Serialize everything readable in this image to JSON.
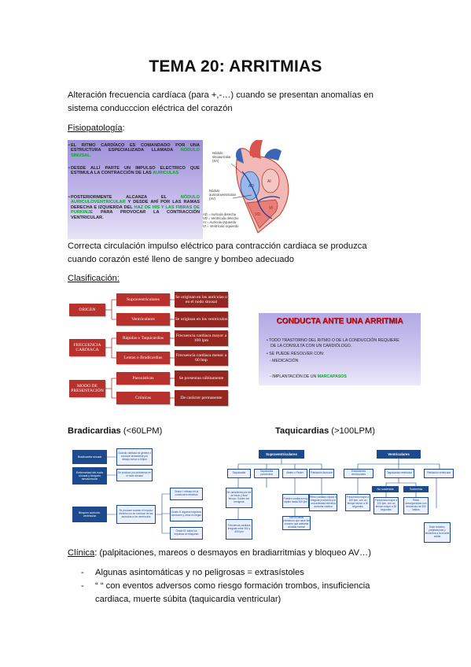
{
  "title": "TEMA 20: ARRITMIAS",
  "intro": [
    "Alteración frecuencia cardíaca (para +,-…) cuando se presentan anomalías en",
    "sistema conducccion eléctrica del corazón"
  ],
  "fisio_heading": "Fisiopatología",
  "fisio_colon": ":",
  "slide1": {
    "b1a": "EL RITMO CARDÍACO ES COMANDADO POR UNA ESTRUCTURA ESPECIALIZADA LLAMADA ",
    "b1g": "NÓDULO SINUSAL.",
    "b2a": "DESDE ALLÍ PARTE UN IMPULSO ELECTRICO QUE ESTIMULA LA CONTRACCIÓN DE LAS ",
    "b2g": "AURICULAS",
    "b3a": "POSTERIORMENTE ALCANZA EL ",
    "b3g": "NÓDULO AURICULOVENTRICULAR",
    "b3b": " Y DESDE AHÍ POR LAS RAMAS DERECHA E IZQUIERDA DEL ",
    "b3g2": "HAZ DE HIS Y LAS FIBRAS DE PURKINJE",
    "b3c": " PARA PROVOCAR LA CONTRACCIÓN VENTRICULAR.",
    "label_sa": "Nódulo sinoauricular (SA)",
    "label_av": "Nódulo auriculoventricular (AV)",
    "legend": [
      "AD = Aurícula derecha",
      "VD = Ventrículo derecho",
      "AI = Aurícula izquierda",
      "VI = Ventrículo izquierdo"
    ],
    "heart_labels": {
      "ad": "AD",
      "ai": "AI",
      "vd": "VD",
      "vi": "VI"
    }
  },
  "fisio_text": [
    "Correcta circulación impulso eléctrico para contracción cardiaca se produzca",
    "cuando corazón esté lleno de sangre y bombeo adecuado"
  ],
  "clasif_heading": "Clasificación:",
  "clasif": {
    "origen": "ORIGEN",
    "frecuencia": "FRECUENCIA CARDIACA",
    "modo": "MODO DE PRESENTACIÓN",
    "supra": "Supraventriculares",
    "ventri": "Ventriculares",
    "taqui": "Rápidas o Taquicardias",
    "lentas": "Lentas o Bradicardias",
    "paro": "Paroxísticas",
    "cronicas": "Crónicas",
    "d_supra": "Se originan en las aurículas o en el nodo sinusal",
    "d_ventri": "Se originan en los ventrículos",
    "d_taqui": "Frecuencia cardiaca mayor a 100 lpm",
    "d_lentas": "Frecuencia cardiaca menor a 60 lmp",
    "d_paro": "Se presentan súbitamente",
    "d_cronicas": "De carácter permanente"
  },
  "slide2": {
    "heading": "CONDUCTA ANTE UNA ARRITMIA",
    "b1": "TODO TRASTORNO DEL RITMO O DE LA CONDUCCIÓN REQUIERE",
    "b1b": "DE LA CONSULTA CON UN CARDIÓLOGO.",
    "b2": "SE PUEDE RESOLVER CON:",
    "b3": "- MEDICACIÓN",
    "b4a": "- IMPLANTACIÓN DE UN ",
    "b4g": "MARCAPASOS"
  },
  "brady_label": "Bradicardias",
  "brady_range": " (<60LPM)",
  "taqui_label": "Taquicardias",
  "taqui_range": " (>100LPM)",
  "brady": {
    "root1": "Bradicardia sinusal",
    "root2": "Enfermedad del nodo sinusal y bloqueo sinoauricular",
    "root3": "Bloqueo auriculo-ventricular",
    "d1": "Cuando cardiaco se genera o conduce lentamente por debajo menor a 60lpm",
    "d2": "Se produce por problemas en el nodo sinusal",
    "d3": "Se produce cuando el impulso eléctrico no se conduce de las aurículas a los ventrículos",
    "g1": "Grado I: retraso en la conducción eléctrica",
    "g2": "Grado II: algunos impulsos conducen y otros no llegan",
    "g3": "Grado III: todos los impulsos se bloquean"
  },
  "taqui": {
    "supra": "Supraventriculares",
    "ventri": "Ventriculares",
    "t1": "Taquicardia",
    "t2": "Taquicardia paroxística",
    "t3": "Aleteo o Flutter",
    "t4": "Fibrilación Auricular",
    "v1": "Extrasístoles ventriculares",
    "v2": "Taquicardia ventricular",
    "v3": "Fibrilación ventricular",
    "ns": "No sostenida",
    "s": "Sostenida",
    "d1": "Se caracteriza por ser de inicio y final brusco. Suelen ser benignas",
    "d2": "Pueden cardiaca muy rápido hasta 300 lpm",
    "d3": "Ritmo cardiaco rápido e irregular producido por una actividad eléctrica auricular caótica",
    "d4": "Frecuencia cardiaca irregular entre 300 y 600 lpm",
    "d5": "Son un latido prematuro que nace del corazón que adelanta al latido normal",
    "d6": "Frecuencia mayor a 100 lpm, con un tiempo menor a 30 segundos",
    "d7": "Frecuencia mayor a 100 lpm, con un tiempo mayor a 30 segundos",
    "d8": "Ritmo desorganizado con frecuencia de 300 latidos",
    "d9": "Dolor torácico, palpitaciones y tendencia a la muerte súbita"
  },
  "clinica_heading": "Clínica",
  "clinica_text": ": (palpitaciones, mareos o desmayos en bradiarritmias y bloqueo AV…)",
  "list": [
    "Algunas asintomáticas y no peligrosas = extrasístoles",
    "“ “ con eventos adversos como riesgo formación trombos, insuficiencia",
    "cardiaca, muerte súbita (taquicardia ventricular)"
  ],
  "dash": "-"
}
